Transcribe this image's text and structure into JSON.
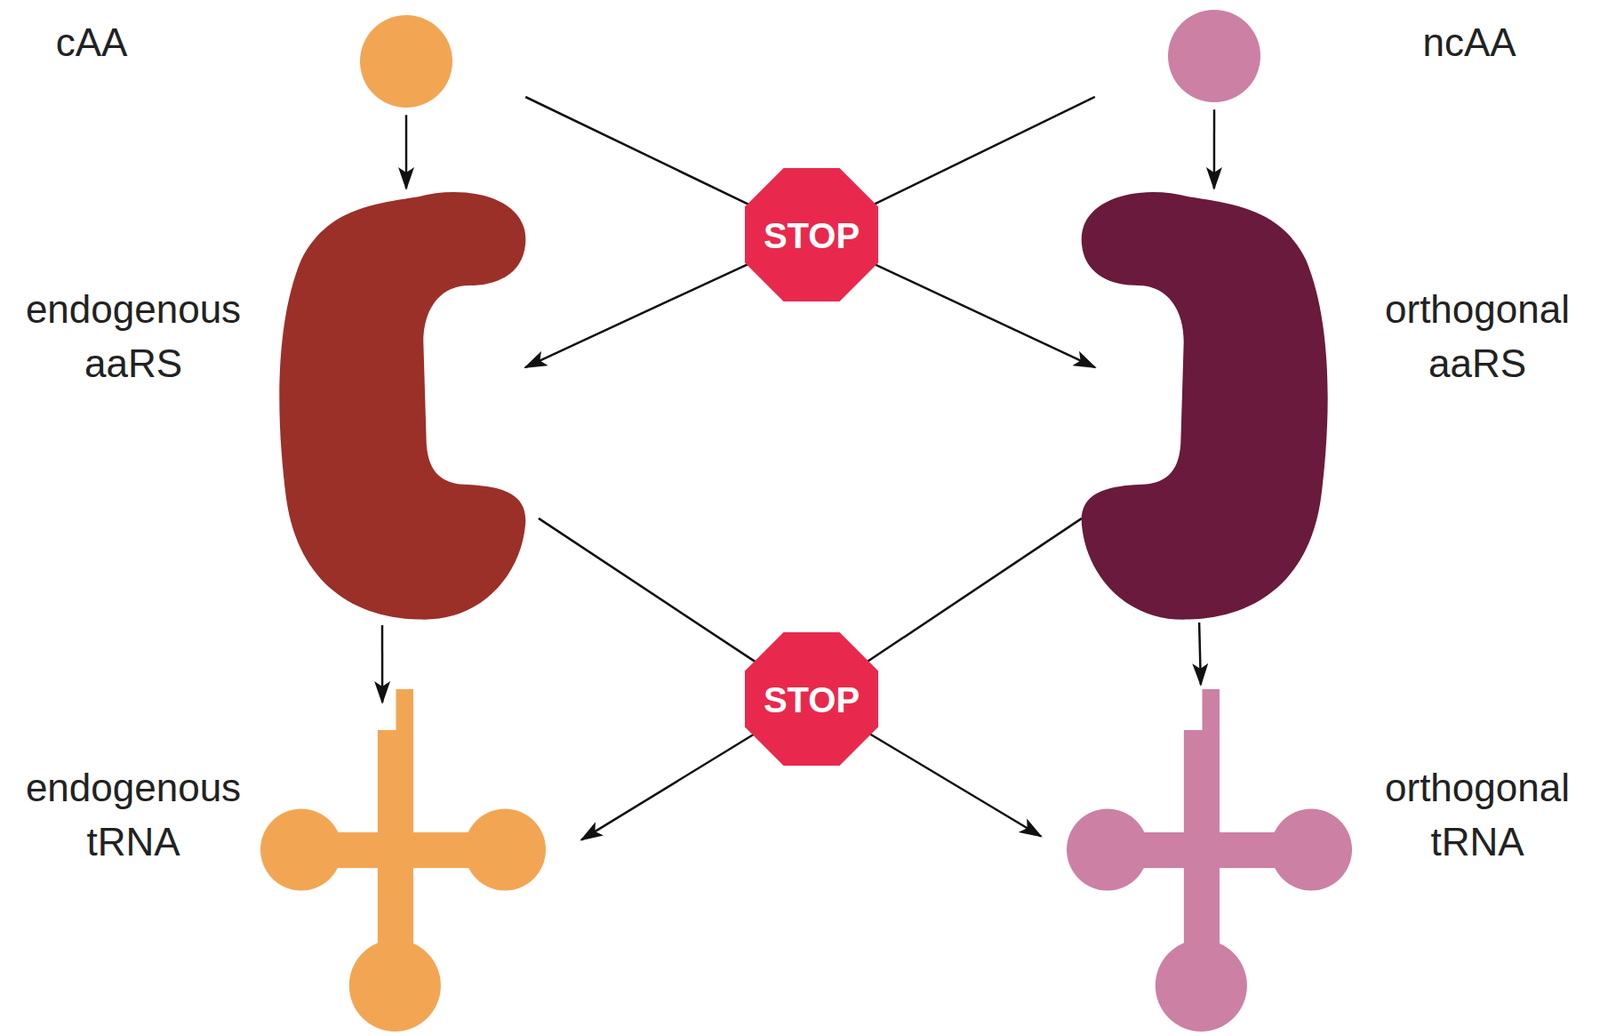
{
  "diagram": {
    "nodes": [
      {
        "text": [
          "cAA"
        ]
      },
      {
        "text": [
          "ncAA"
        ]
      },
      {
        "text": [
          "STOP"
        ]
      },
      {
        "text": [
          "endogenous aaRS"
        ]
      },
      {
        "text": [
          "orthogonal aaRS"
        ]
      },
      {
        "text": [
          "STOP"
        ]
      },
      {
        "text": [
          "endogenous tRNA"
        ]
      },
      {
        "text": [
          "orthogonal tRNA"
        ]
      }
    ],
    "edges": [
      {
        "from": 0,
        "to": 3,
        "arrow": "to"
      },
      {
        "from": 1,
        "to": 4,
        "arrow": "to"
      },
      {
        "from": 0,
        "to": 2,
        "arrow": "none"
      },
      {
        "from": 1,
        "to": 2,
        "arrow": "none"
      },
      {
        "from": 2,
        "to": 3,
        "arrow": "to"
      },
      {
        "from": 2,
        "to": 4,
        "arrow": "to"
      },
      {
        "from": 3,
        "to": 5,
        "arrow": "none"
      },
      {
        "from": 4,
        "to": 5,
        "arrow": "none"
      },
      {
        "from": 5,
        "to": 6,
        "arrow": "to"
      },
      {
        "from": 5,
        "to": 7,
        "arrow": "to"
      },
      {
        "from": 3,
        "to": 6,
        "arrow": "to"
      },
      {
        "from": 4,
        "to": 7,
        "arrow": "to"
      }
    ]
  }
}
